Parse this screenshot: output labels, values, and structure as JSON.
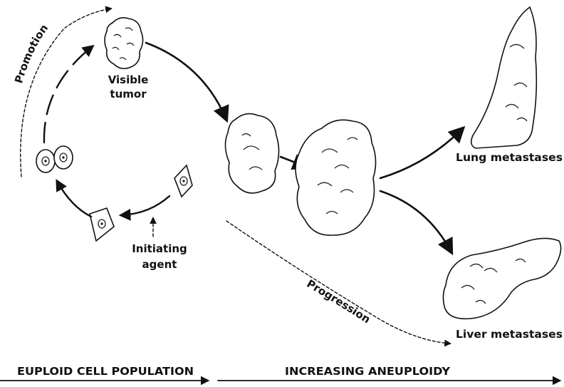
{
  "labels": {
    "visible_tumor_line1": "Visible",
    "visible_tumor_line2": "tumor",
    "initiating_line1": "Initiating",
    "initiating_line2": "agent",
    "lung": "Lung metastases",
    "liver": "Liver metastases",
    "promotion": "Promotion",
    "progression": "Progression",
    "euploid": "EUPLOID CELL POPULATION",
    "aneuploidy": "INCREASING ANEUPLOIDY"
  }
}
